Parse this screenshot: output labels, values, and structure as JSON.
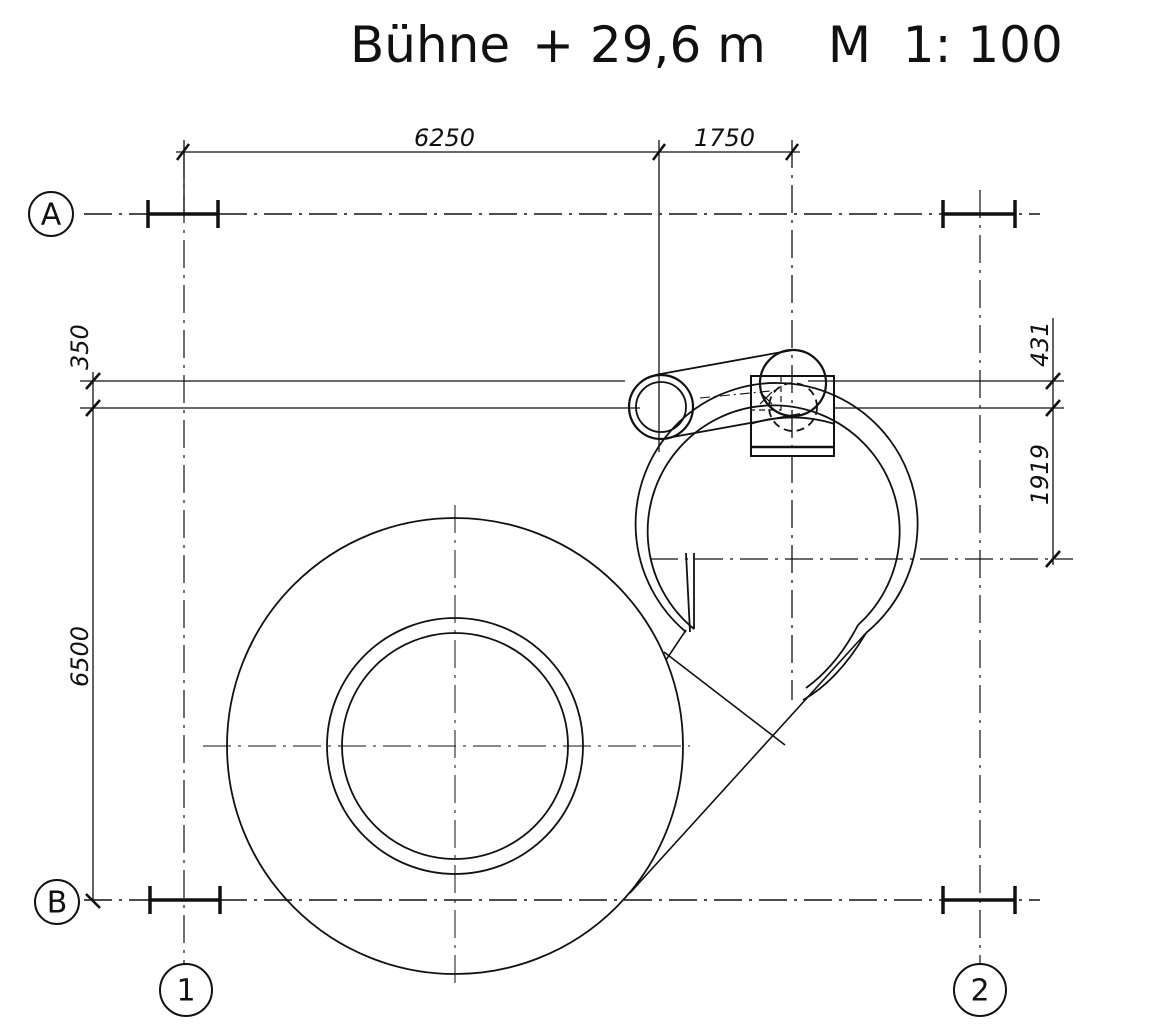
{
  "drawing": {
    "title_part1": "Bühne",
    "title_part2": "+ 29,6 m",
    "title_part3": "M  1: 100"
  },
  "axes": {
    "rows": [
      "A",
      "B"
    ],
    "columns": [
      "1",
      "2"
    ]
  },
  "dimensions": {
    "top_left": "6250",
    "top_right": "1750",
    "left_small": "350",
    "left_large": "6500",
    "right_small": "431",
    "right_large": "1919"
  }
}
